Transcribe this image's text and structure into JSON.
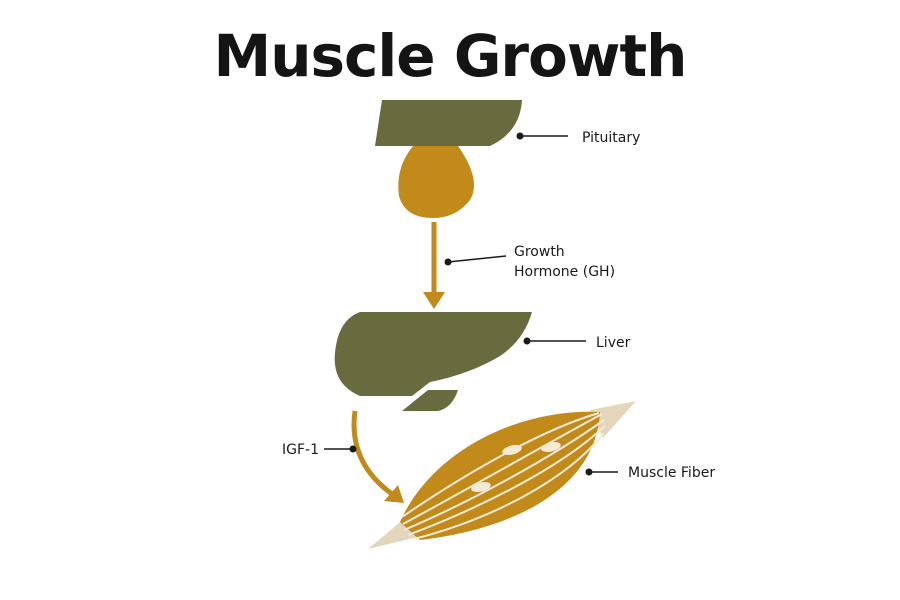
{
  "title": "Muscle Growth",
  "labels": {
    "pituitary": "Pituitary",
    "gh_line1": "Growth",
    "gh_line2": "Hormone (GH)",
    "liver": "Liver",
    "igf": "IGF-1",
    "muscle": "Muscle Fiber"
  },
  "colors": {
    "organ_olive": "#676b3d",
    "gold": "#c18a1b",
    "tendon": "#e4d6bd",
    "leader_line": "#1a1a1a"
  }
}
